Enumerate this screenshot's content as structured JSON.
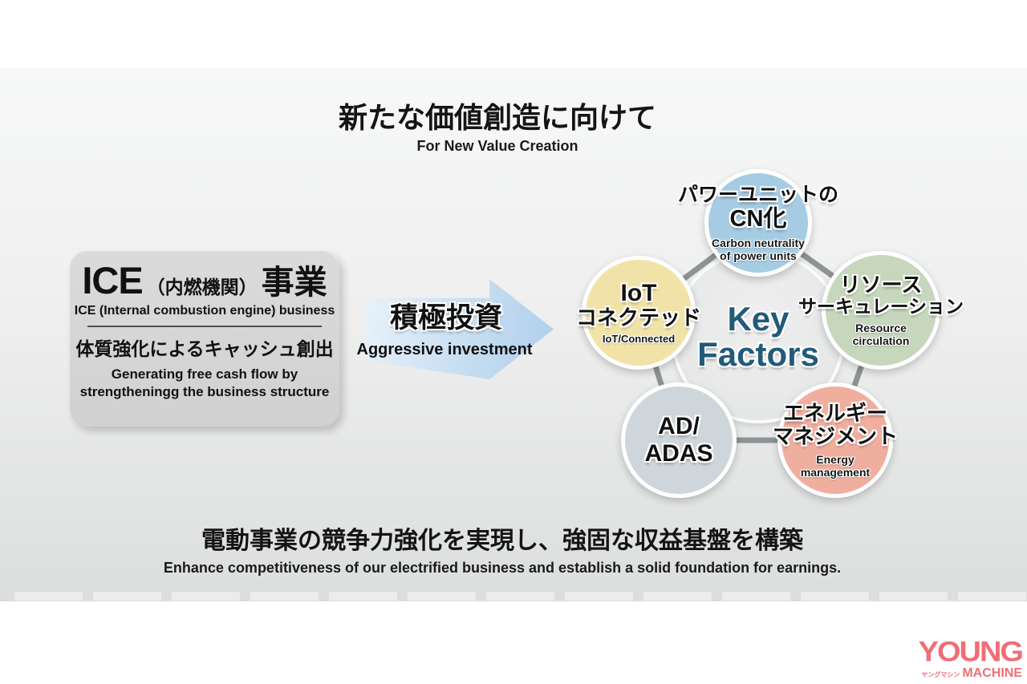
{
  "title": {
    "ja": "新たな価値創造に向けて",
    "en": "For New Value Creation"
  },
  "ice_box": {
    "heading_ice": "ICE",
    "heading_paren": "（内燃機関）",
    "heading_jigyo": "事業",
    "heading_en": "ICE (Internal combustion engine) business",
    "body_ja": "体質強化によるキャッシュ創出",
    "body_en_line1": "Generating free cash flow by",
    "body_en_line2": "strengtheningg the business structure"
  },
  "arrow": {
    "ja": "積極投資",
    "en": "Aggressive investment",
    "color": "#bcd8ef"
  },
  "key_factors": {
    "line1": "Key",
    "line2": "Factors",
    "color": "#235a7a"
  },
  "factors": [
    {
      "id": "power-unit-cn",
      "ja1": "パワーユニットの",
      "ja2": "CN化",
      "en": "Carbon neutrality of power units",
      "color": "#a6cce4"
    },
    {
      "id": "resource-circulation",
      "ja1": "リソース",
      "ja2": "サーキュレーション",
      "en": "Resource circulation",
      "color": "#c6d7bc"
    },
    {
      "id": "energy-management",
      "ja1": "エネルギー",
      "ja2": "マネジメント",
      "en": "Energy management",
      "color": "#f0ae9e"
    },
    {
      "id": "ad-adas",
      "ja1": "AD/",
      "ja2": "ADAS",
      "en": "",
      "color": "#ced6db"
    },
    {
      "id": "iot-connected",
      "ja1": "IoT",
      "ja2": "コネクテッド",
      "en": "IoT/Connected",
      "color": "#f1e3a8"
    }
  ],
  "diagram": {
    "connector_color": "#8e9396",
    "center_circle_color": "#e7e8e8"
  },
  "bottom": {
    "ja": "電動事業の競争力強化を実現し、強固な収益基盤を構築",
    "en": "Enhance competitiveness of our electrified business and establish a solid foundation for earnings."
  },
  "watermark": {
    "young": "YOUNG",
    "kana": "ヤングマシン",
    "machine": "MACHINE",
    "color": "#ef6f77"
  }
}
